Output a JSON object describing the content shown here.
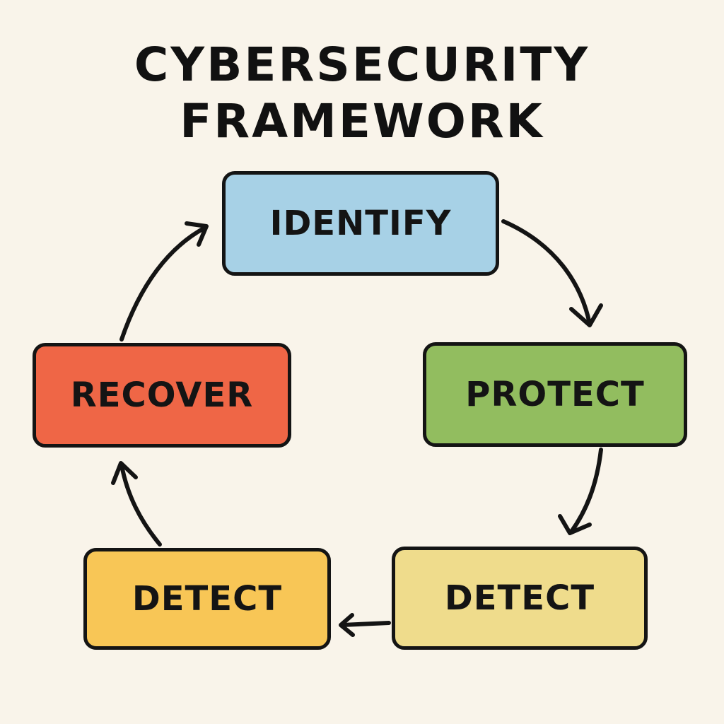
{
  "title": {
    "line1": "CYBERSECURITY",
    "line2": "FRAMEWORK"
  },
  "nodes": {
    "identify": {
      "label": "IDENTIFY",
      "color": "#a7d1e6"
    },
    "protect": {
      "label": "PROTECT",
      "color": "#92bd5f"
    },
    "detect_right": {
      "label": "DETECT",
      "color": "#efdc8c"
    },
    "detect_left": {
      "label": "DETECT",
      "color": "#f8c656"
    },
    "recover": {
      "label": "RECOVER",
      "color": "#ef6646"
    }
  },
  "colors": {
    "background": "#f9f4ea",
    "outline": "#141414"
  }
}
